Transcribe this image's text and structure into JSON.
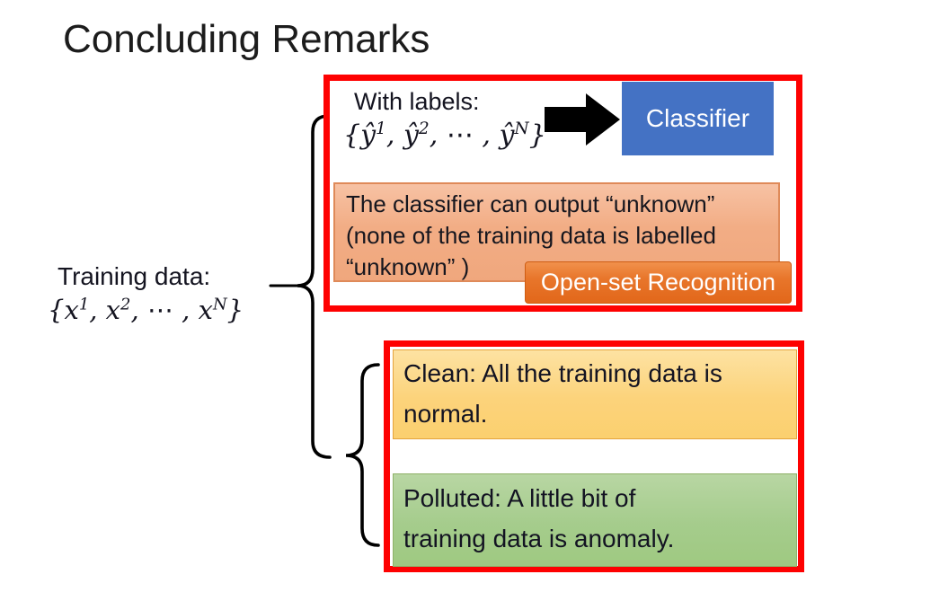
{
  "slide": {
    "title": "Concluding Remarks"
  },
  "training": {
    "label": "Training data:",
    "math_parts": [
      "{x",
      "1",
      ", x",
      "2",
      ", ⋯ , x",
      "N",
      "}"
    ]
  },
  "labeled_branch": {
    "heading": "With labels:",
    "math_parts": [
      "{ŷ",
      "1",
      ", ŷ",
      "2",
      ", ⋯ , ŷ",
      "N",
      "}"
    ],
    "classifier_label": "Classifier",
    "note_lines": [
      "The classifier can output “unknown”",
      "(none of the training data is labelled",
      "“unknown” )"
    ],
    "tag_label": "Open-set Recognition"
  },
  "unlabeled_branch": {
    "clean_lines": [
      "Clean: All the training data is",
      "normal."
    ],
    "polluted_lines": [
      "Polluted: A little bit of",
      "training data is anomaly."
    ]
  },
  "colors": {
    "highlight_border": "#FF0000",
    "classifier_fill": "#4472C4",
    "note_fill": "#F2AD85",
    "note_border": "#DF8A59",
    "tag_fill": "#E8762B",
    "clean_fill": "#FCD37B",
    "clean_border": "#E5A33C",
    "polluted_fill": "#A5CC8C",
    "polluted_border": "#8FB168",
    "arrow_fill": "#000000",
    "brace_stroke": "#000000"
  }
}
